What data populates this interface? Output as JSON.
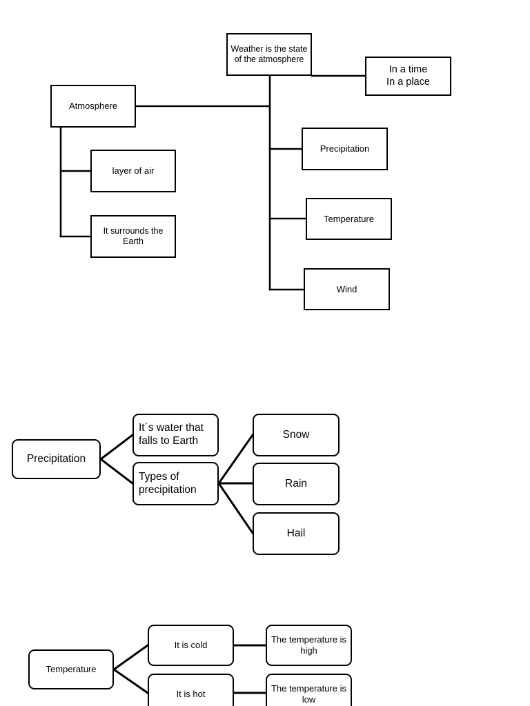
{
  "document": {
    "title": "Weather Concept Maps",
    "background_color": "#ffffff",
    "line_color": "#000000",
    "text_color": "#000000"
  },
  "maps": [
    {
      "name": "weather-map",
      "title": "Weather is the state of the atmosphere",
      "nodes": {
        "weather": "Weather is the state of the atmosphere",
        "time_place": "In a time\nIn a place",
        "atmosphere": "Atmosphere",
        "layer_of_air": "layer of air",
        "surrounds_earth": "It surrounds the Earth",
        "precipitation": "Precipitation",
        "temperature": "Temperature",
        "wind": "Wind"
      }
    },
    {
      "name": "precipitation-map",
      "title": "Precipitation",
      "nodes": {
        "precipitation": "Precipitation",
        "definition": "It´s water that falls to Earth",
        "types": "Types of precipitation",
        "snow": "Snow",
        "rain": "Rain",
        "hail": "Hail"
      }
    },
    {
      "name": "temperature-map",
      "title": "Temperature",
      "nodes": {
        "temperature": "Temperature",
        "cold": "It is cold",
        "hot": "It is hot",
        "high": "The temperature is high",
        "low": "The temperature is low"
      }
    }
  ]
}
